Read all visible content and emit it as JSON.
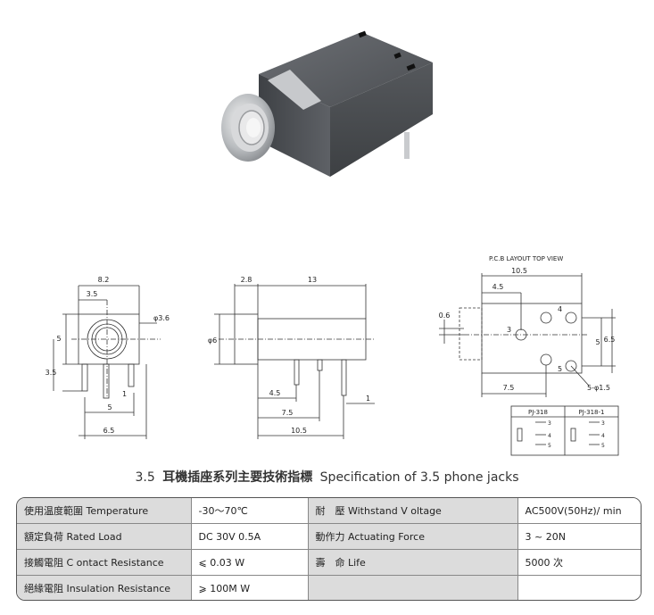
{
  "front_view": {
    "dim_width": "8.2",
    "dim_offset": "3.5",
    "dim_hole": "φ3.6",
    "dim_height": "5",
    "dim_pin_height": "3.5",
    "dim_pin_w": "1",
    "dim_pin_span": "5",
    "dim_base": "6.5"
  },
  "side_view": {
    "dim_collar": "2.8",
    "dim_length": "13",
    "dim_dia": "φ6",
    "dim_p1": "4.5",
    "dim_p2": "7.5",
    "dim_p3": "10.5",
    "dim_pin_w": "1"
  },
  "pcb_view": {
    "heading": "P.C.B LAYOUT    TOP VIEW",
    "dim_total": "10.5",
    "dim_a": "4.5",
    "dim_small": "0.6",
    "dim_b": "7.5",
    "dim_v1": "5",
    "dim_v2": "6.5",
    "hole_note": "5-φ1.5",
    "pin_3": "3",
    "pin_4": "4",
    "pin_5": "5",
    "model_1": "PJ-318",
    "model_2": "PJ-318-1"
  },
  "title": {
    "number": "3.5",
    "zh": "耳機插座系列主要技術指標",
    "en": "Specification of 3.5 phone jacks"
  },
  "specs": [
    [
      "使用温度範圍 Temperature",
      "-30～70℃",
      "耐　壓  Withstand V oltage",
      "AC500V(50Hz)/ min"
    ],
    [
      "額定負荷  Rated Load",
      "DC  30V  0.5A",
      "動作力  Actuating Force",
      "3 ~ 20N"
    ],
    [
      "接觸電阻  C ontact Resistance",
      "⩽ 0.03 W",
      "壽　命  Life",
      "5000 次"
    ],
    [
      "絕緣電阻  Insulation Resistance",
      "⩾ 100M W",
      "",
      ""
    ]
  ]
}
